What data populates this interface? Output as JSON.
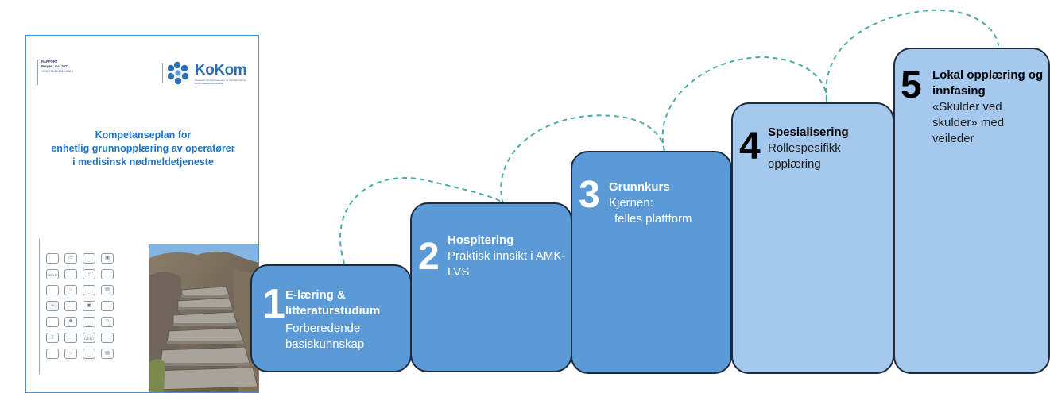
{
  "cover": {
    "meta": [
      "RAPPORT",
      "Bergen, mai 2023",
      "ISBN 978-82-8210-058-0"
    ],
    "logo_text": "KoKom",
    "logo_sub": "Nasjonalt kompetansesenter for helsetjenestens kommunikasjonsberedskap",
    "title_lines": [
      "Kompetanseplan for",
      "enhetlig grunnopplæring av operatører",
      "i medisinsk nødmeldetjeneste"
    ],
    "icon_labels": [
      "113/117",
      "113/117"
    ]
  },
  "steps": [
    {
      "number": "1",
      "title": "E-læring & litteraturstudium",
      "description": "Forberedende basiskunnskap"
    },
    {
      "number": "2",
      "title": "Hospitering",
      "description": "Praktisk innsikt i AMK-LVS"
    },
    {
      "number": "3",
      "title": "Grunnkurs",
      "description": "Kjernen:",
      "description2": "felles plattform"
    },
    {
      "number": "4",
      "title": "Spesialisering",
      "description": "Rollespesifikk opplæring"
    },
    {
      "number": "5",
      "title": "Lokal opplæring og innfasing",
      "description": "«Skulder ved skulder» med veileder"
    }
  ],
  "colors": {
    "dark_step": "#5b9ad7",
    "light_step": "#a4c8ee",
    "arc": "#4bada8",
    "cover_title": "#1f74c7"
  }
}
